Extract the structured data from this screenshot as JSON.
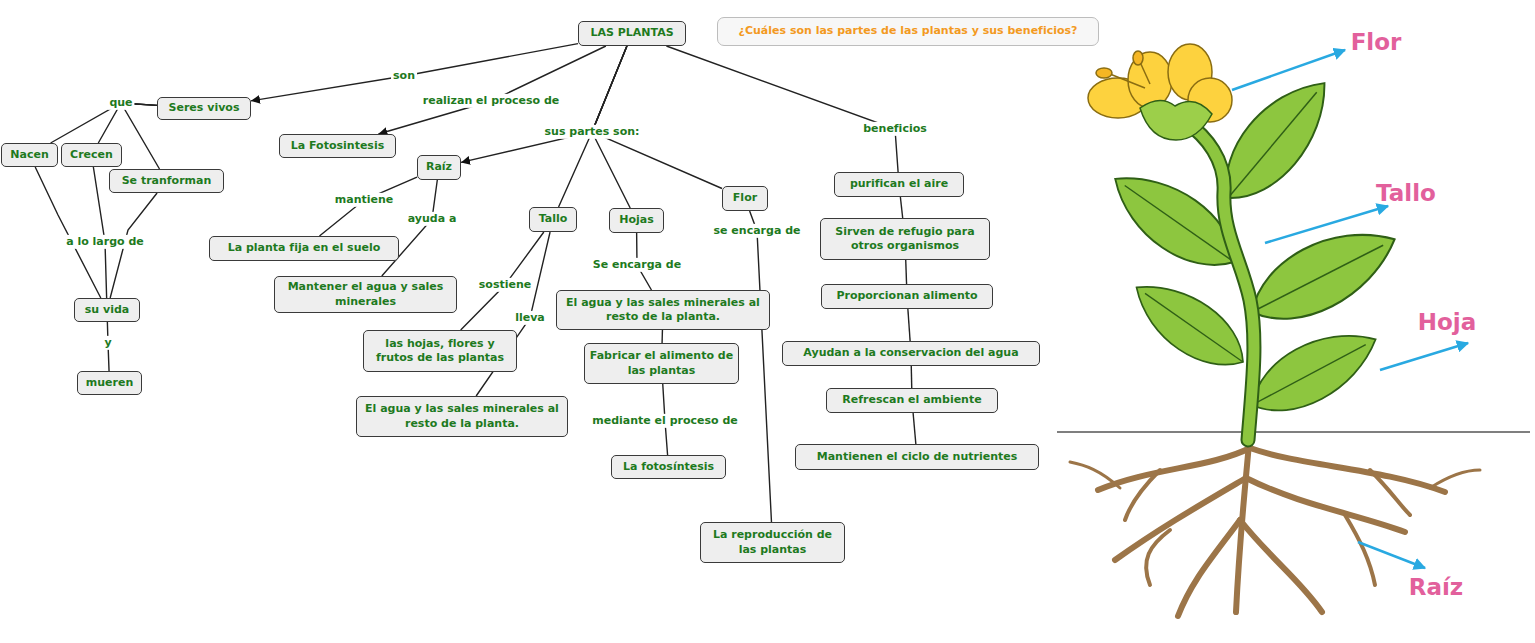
{
  "diagram": {
    "nodes": [
      {
        "text": [
          "LAS PLANTAS"
        ]
      },
      {
        "text": [
          "¿Cuáles son las partes de las plantas y sus beneficios?"
        ]
      },
      {
        "text": [
          "Seres vivos"
        ]
      },
      {
        "text": [
          "La Fotosintesis"
        ]
      },
      {
        "text": [
          "Raíz"
        ]
      },
      {
        "text": [
          "Tallo"
        ]
      },
      {
        "text": [
          "Hojas"
        ]
      },
      {
        "text": [
          "Flor"
        ]
      },
      {
        "text": [
          "Nacen"
        ]
      },
      {
        "text": [
          "Crecen"
        ]
      },
      {
        "text": [
          "Se tranforman"
        ]
      },
      {
        "text": [
          "su vida"
        ]
      },
      {
        "text": [
          "mueren"
        ]
      },
      {
        "text": [
          "La planta fija en el suelo"
        ]
      },
      {
        "text": [
          "Mantener el agua y sales minerales"
        ]
      },
      {
        "text": [
          "las hojas, flores y frutos de las plantas"
        ]
      },
      {
        "text": [
          "El agua y las sales minerales al resto de la planta."
        ]
      },
      {
        "text": [
          "El agua y las sales minerales al resto de la planta."
        ]
      },
      {
        "text": [
          "Fabricar el alimento de las plantas"
        ]
      },
      {
        "text": [
          "La fotosíntesis"
        ]
      },
      {
        "text": [
          "La reproducción de las plantas"
        ]
      },
      {
        "text": [
          "purifican el aire"
        ]
      },
      {
        "text": [
          "Sirven de refugio para otros organismos"
        ]
      },
      {
        "text": [
          "Proporcionan alimento"
        ]
      },
      {
        "text": [
          "Ayudan a la conservacion del agua"
        ]
      },
      {
        "text": [
          "Refrescan el ambiente"
        ]
      },
      {
        "text": [
          "Mantienen el ciclo de nutrientes"
        ]
      }
    ],
    "edges": [
      {
        "from": 0,
        "to": 2,
        "label": "son",
        "arrow": "to"
      },
      {
        "from": 0,
        "to": 3,
        "label": "realizan el proceso de",
        "arrow": "to"
      },
      {
        "from": 0,
        "to": 4,
        "label": "sus partes son:",
        "arrow": "to"
      },
      {
        "from": 0,
        "to": 5,
        "arrow": "none"
      },
      {
        "from": 0,
        "to": 6,
        "arrow": "none"
      },
      {
        "from": 0,
        "to": 7,
        "arrow": "none"
      },
      {
        "from": 0,
        "to": 21,
        "label": "beneficios",
        "arrow": "none"
      },
      {
        "from": 21,
        "to": 22,
        "arrow": "none"
      },
      {
        "from": 22,
        "to": 23,
        "arrow": "none"
      },
      {
        "from": 23,
        "to": 24,
        "arrow": "none"
      },
      {
        "from": 24,
        "to": 25,
        "arrow": "none"
      },
      {
        "from": 25,
        "to": 26,
        "arrow": "none"
      },
      {
        "from": 2,
        "to": 8,
        "label": "que",
        "arrow": "none"
      },
      {
        "from": 2,
        "to": 9,
        "arrow": "none"
      },
      {
        "from": 2,
        "to": 10,
        "arrow": "none"
      },
      {
        "from": 8,
        "to": 11,
        "arrow": "none"
      },
      {
        "from": 9,
        "to": 11,
        "label": "a lo largo de",
        "arrow": "none"
      },
      {
        "from": 10,
        "to": 11,
        "arrow": "none"
      },
      {
        "from": 11,
        "to": 12,
        "label": "y",
        "arrow": "none"
      },
      {
        "from": 4,
        "to": 13,
        "label": "mantiene",
        "arrow": "none"
      },
      {
        "from": 4,
        "to": 14,
        "label": "ayuda a",
        "arrow": "none"
      },
      {
        "from": 5,
        "to": 15,
        "label": "sostiene",
        "arrow": "none"
      },
      {
        "from": 5,
        "to": 16,
        "label": "lleva",
        "arrow": "none"
      },
      {
        "from": 6,
        "to": 17,
        "label": "Se encarga de",
        "arrow": "none"
      },
      {
        "from": 17,
        "to": 18,
        "arrow": "none"
      },
      {
        "from": 18,
        "to": 19,
        "label": "mediante el proceso de",
        "arrow": "none"
      },
      {
        "from": 7,
        "to": 20,
        "label": "se encarga de",
        "arrow": "none"
      }
    ],
    "labels": [
      "Flor",
      "Tallo",
      "Hoja",
      "Raíz"
    ]
  }
}
